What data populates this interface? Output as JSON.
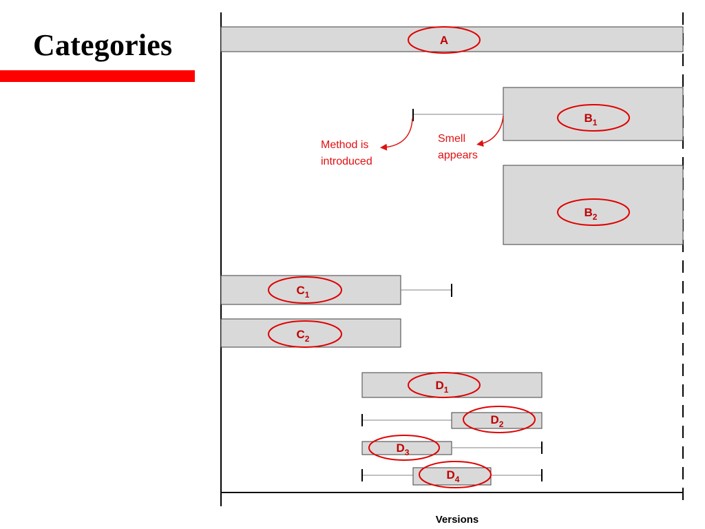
{
  "slide": {
    "title": "Categories"
  },
  "axis": {
    "x_label": "Versions"
  },
  "categories": [
    {
      "id": "A",
      "main": "A",
      "sub": ""
    },
    {
      "id": "B1",
      "main": "B",
      "sub": "1"
    },
    {
      "id": "B2",
      "main": "B",
      "sub": "2"
    },
    {
      "id": "C1",
      "main": "C",
      "sub": "1"
    },
    {
      "id": "C2",
      "main": "C",
      "sub": "2"
    },
    {
      "id": "D1",
      "main": "D",
      "sub": "1"
    },
    {
      "id": "D2",
      "main": "D",
      "sub": "2"
    },
    {
      "id": "D3",
      "main": "D",
      "sub": "3"
    },
    {
      "id": "D4",
      "main": "D",
      "sub": "4"
    }
  ],
  "annotations": {
    "method_introduced": [
      "Method is",
      "introduced"
    ],
    "smell_appears": [
      "Smell",
      "appears"
    ]
  },
  "colors": {
    "accent": "#ff0000",
    "oval_stroke": "#e00000",
    "label_text": "#c00000",
    "bar_fill": "#d9d9d9",
    "bar_stroke": "#404040"
  }
}
